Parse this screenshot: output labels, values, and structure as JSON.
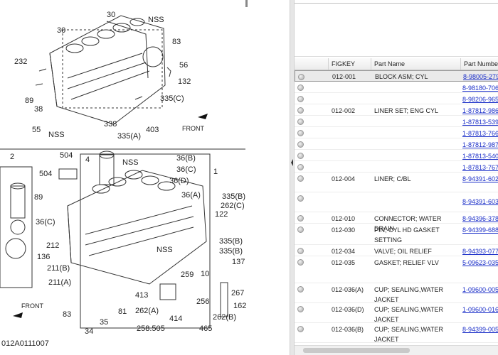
{
  "diagram": {
    "labels": [
      "30",
      "NSS",
      "30",
      "83",
      "232",
      "56",
      "132",
      "89",
      "38",
      "335(C)",
      "55",
      "NSS",
      "338",
      "335(A)",
      "403",
      "FRONT",
      "2",
      "504",
      "NSS",
      "36(B)",
      "36(C)",
      "1",
      "4",
      "36(D)",
      "504",
      "36(A)",
      "89",
      "335(B)",
      "262(C)",
      "122",
      "36(C)",
      "212",
      "136",
      "NSS",
      "335(B)",
      "335(B)",
      "211(B)",
      "137",
      "211(A)",
      "259",
      "10",
      "267",
      "FRONT",
      "413",
      "256",
      "162",
      "262(A)",
      "414",
      "262(B)",
      "83",
      "81",
      "35",
      "258.505",
      "465",
      "34",
      "012A0111007"
    ]
  },
  "table": {
    "headers": [
      "FIGKEY",
      "Part Name",
      "Part Number"
    ],
    "rows": [
      {
        "figkey": "012-001",
        "name": "BLOCK ASM; CYL",
        "part": "8-98005-279"
      },
      {
        "figkey": "",
        "name": "",
        "part": "8-98180-706"
      },
      {
        "figkey": "",
        "name": "",
        "part": "8-98206-965"
      },
      {
        "figkey": "012-002",
        "name": "LINER SET; ENG CYL",
        "part": "1-87812-986"
      },
      {
        "figkey": "",
        "name": "",
        "part": "1-87813-539"
      },
      {
        "figkey": "",
        "name": "",
        "part": "1-87813-766"
      },
      {
        "figkey": "",
        "name": "",
        "part": "1-87812-987"
      },
      {
        "figkey": "",
        "name": "",
        "part": "1-87813-540"
      },
      {
        "figkey": "",
        "name": "",
        "part": "1-87813-767"
      },
      {
        "figkey": "012-004",
        "name": "LINER; C/BL",
        "part": "8-94391-602"
      },
      {
        "figkey": "",
        "name": "",
        "part": "8-94391-603"
      },
      {
        "figkey": "012-010",
        "name": "CONNECTOR; WATER DRAIN",
        "part": "8-94396-378"
      },
      {
        "figkey": "012-030",
        "name": "PIN; CYL HD GASKET SETTING",
        "part": "8-94399-688"
      },
      {
        "figkey": "012-034",
        "name": "VALVE; OIL RELIEF",
        "part": "8-94393-077"
      },
      {
        "figkey": "012-035",
        "name": "GASKET; RELIEF VLV",
        "part": "5-09623-035"
      },
      {
        "figkey": "012-036(A)",
        "name": "CUP; SEALING,WATER JACKET",
        "part": "1-09600-005"
      },
      {
        "figkey": "012-036(D)",
        "name": "CUP; SEALING,WATER JACKET",
        "part": "1-09600-016"
      },
      {
        "figkey": "012-036(B)",
        "name": "CUP; SEALING,WATER JACKET",
        "part": "8-94399-005"
      }
    ]
  }
}
